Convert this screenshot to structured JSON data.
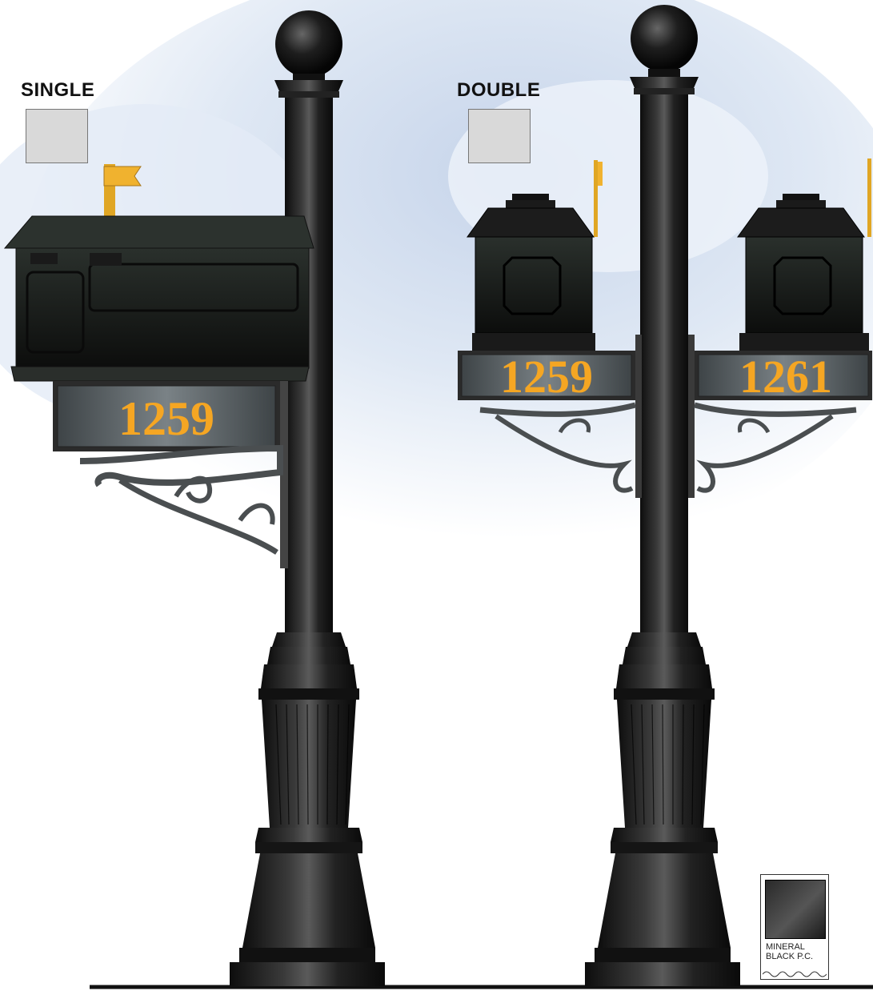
{
  "options": [
    {
      "label": "SINGLE",
      "house_number": "1259"
    },
    {
      "label": "DOUBLE",
      "house_numbers": [
        "1259",
        "1261"
      ]
    }
  ],
  "finish_sample": {
    "text": "MINERAL\nBLACK P.C.",
    "color": "#2a2a2a"
  },
  "colors": {
    "accent": "#f5a623",
    "post": "#1c1c1c",
    "plaque": "#5c6468",
    "swatch": "#d9d9d9",
    "sky": "#cfdcee"
  }
}
